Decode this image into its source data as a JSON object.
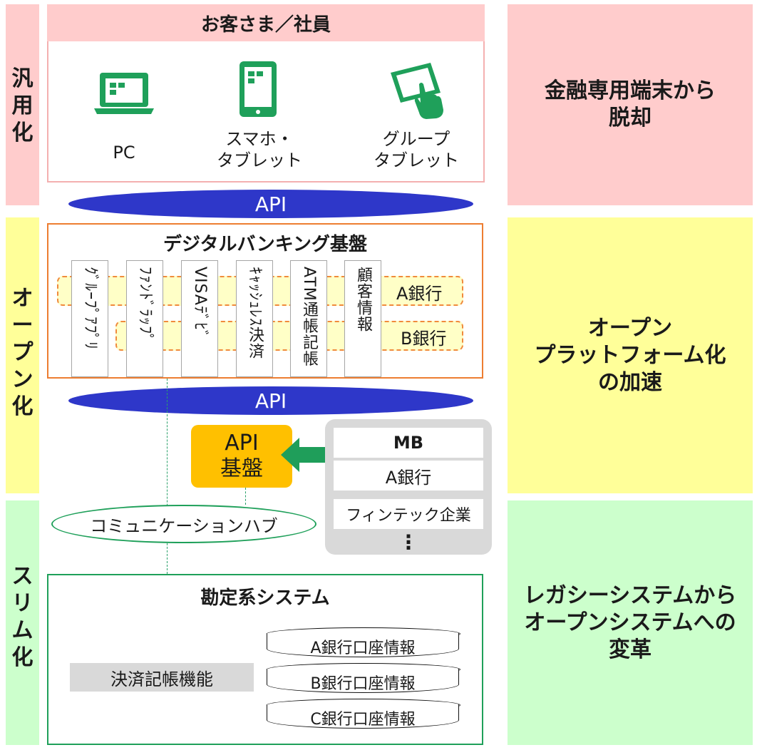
{
  "left_labels": {
    "generalization": [
      "汎",
      "用",
      "化"
    ],
    "open": [
      "オ",
      "ー",
      "プ",
      "ン",
      "化"
    ],
    "slim": [
      "ス",
      "リ",
      "ム",
      "化"
    ]
  },
  "right_texts": {
    "pink": "金融専用端末から\n脱却",
    "yellow": "オープン\nプラットフォーム化\nの加速",
    "green": "レガシーシステムから\nオープンシステムへの\n変革"
  },
  "customers": {
    "title": "お客さま／社員",
    "devices": [
      {
        "icon": "laptop-icon",
        "label": "PC"
      },
      {
        "icon": "smartphone-icon",
        "label": "スマホ・\nタブレット"
      },
      {
        "icon": "tablet-touch-icon",
        "label": "グループ\nタブレット"
      }
    ]
  },
  "api_top": "API",
  "api_mid": "API",
  "digital_platform": {
    "title": "デジタルバンキング基盤",
    "columns": [
      "ｸﾞﾙｰﾌﾟｱﾌﾟﾘ",
      "ﾌｧﾝﾄﾞﾗｯﾌﾟ",
      "VISAﾃﾞﾋﾞ",
      "ｷｬｯｼｭﾚｽ決済",
      "ATM通帳記帳",
      "顧客情報"
    ],
    "row_a": "A銀行",
    "row_b": "B銀行"
  },
  "api_platform": {
    "line1": "API",
    "line2": "基盤"
  },
  "mb_panel": {
    "title": "MB",
    "bank": "A銀行",
    "fintech": "フィンテック企業",
    "more": "⋮"
  },
  "comm_hub": "コミュニケーションハブ",
  "core_system": {
    "title": "勘定系システム",
    "function": "決済記帳機能",
    "databases": [
      "A銀行口座情報",
      "B銀行口座情報",
      "C銀行口座情報"
    ]
  },
  "colors": {
    "pink": "#ffcccc",
    "yellow": "#ffff99",
    "green": "#ccffcc",
    "api_blue": "#2e37c9",
    "device_green": "#1fa05a",
    "api_box_orange": "#ffc000",
    "arrow_green": "#1f9e5a",
    "orange_border": "#ed7d31"
  }
}
